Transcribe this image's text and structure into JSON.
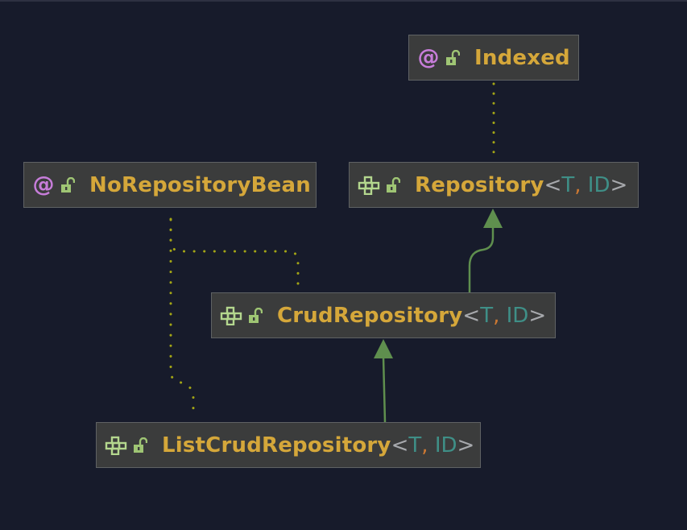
{
  "diagram": {
    "nodes": [
      {
        "id": "indexed",
        "kind": "annotation",
        "kind_icon": "annotation-at-icon",
        "access_icon": "open-lock-icon",
        "name": "Indexed",
        "type_params": []
      },
      {
        "id": "no-repository-bean",
        "kind": "annotation",
        "kind_icon": "annotation-at-icon",
        "access_icon": "open-lock-icon",
        "name": "NoRepositoryBean",
        "type_params": []
      },
      {
        "id": "repository",
        "kind": "interface",
        "kind_icon": "interface-icon",
        "access_icon": "open-lock-icon",
        "name": "Repository",
        "type_params": [
          "T",
          "ID"
        ]
      },
      {
        "id": "crud-repository",
        "kind": "interface",
        "kind_icon": "interface-icon",
        "access_icon": "open-lock-icon",
        "name": "CrudRepository",
        "type_params": [
          "T",
          "ID"
        ]
      },
      {
        "id": "list-crud-repository",
        "kind": "interface",
        "kind_icon": "interface-icon",
        "access_icon": "open-lock-icon",
        "name": "ListCrudRepository",
        "type_params": [
          "T",
          "ID"
        ]
      }
    ],
    "edges": [
      {
        "from": "repository",
        "to": "indexed",
        "type": "annotated-by",
        "style": "dotted"
      },
      {
        "from": "crud-repository",
        "to": "no-repository-bean",
        "type": "annotated-by",
        "style": "dotted"
      },
      {
        "from": "list-crud-repository",
        "to": "no-repository-bean",
        "type": "annotated-by",
        "style": "dotted"
      },
      {
        "from": "crud-repository",
        "to": "repository",
        "type": "extends",
        "style": "solid-arrow"
      },
      {
        "from": "list-crud-repository",
        "to": "crud-repository",
        "type": "extends",
        "style": "solid-arrow"
      }
    ]
  },
  "colors": {
    "background": "#171b2b",
    "node_fill": "#3b3c3c",
    "node_border": "#5f6264",
    "class_name": "#d5a73a",
    "type_param": "#3f8f87",
    "comma": "#cc7832",
    "bracket": "#a7a9ad",
    "annotation_icon": "#c77dda",
    "interface_icon": "#b4d78e",
    "lock_icon": "#9fc574",
    "dotted_edge": "#a3a515",
    "extends_edge": "#5f8f4e"
  }
}
